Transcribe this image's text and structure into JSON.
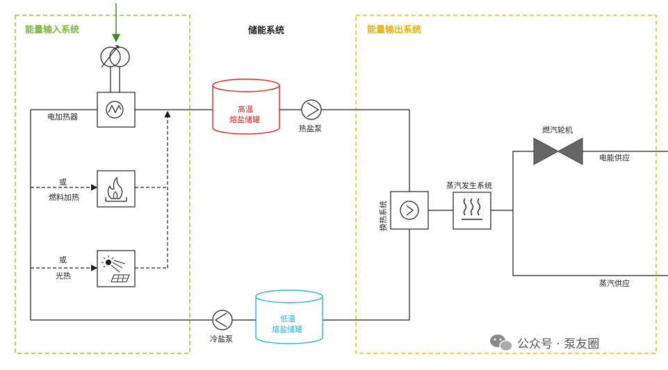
{
  "titles": {
    "input_system": "能量输入系统",
    "storage_system": "储能系统",
    "output_system": "能量输出系统"
  },
  "labels": {
    "electric_heater": "电加热器",
    "or_1": "或",
    "fuel_heating": "燃料加热",
    "or_2": "或",
    "solar_thermal": "光热",
    "hot_tank_line1": "高温",
    "hot_tank_line2": "熔盐储罐",
    "hot_salt_pump": "热盐泵",
    "cold_tank_line1": "低温",
    "cold_tank_line2": "熔盐储罐",
    "cold_salt_pump": "冷盐泵",
    "heat_exchange_system": "换热系统",
    "steam_generation_system": "蒸汽发生系统",
    "gas_turbine": "燃汽轮机",
    "power_supply": "电能供应",
    "steam_supply": "蒸汽供应"
  },
  "watermark": {
    "text": "公众号 · 泵友圈"
  },
  "colors": {
    "input_border": "#8dc63f",
    "input_title": "#7dbb3a",
    "output_border": "#f0c000",
    "output_title": "#e8b400",
    "hot_tank": "#e02020",
    "cold_tank": "#29b6d6",
    "line": "#1a1a1a"
  }
}
